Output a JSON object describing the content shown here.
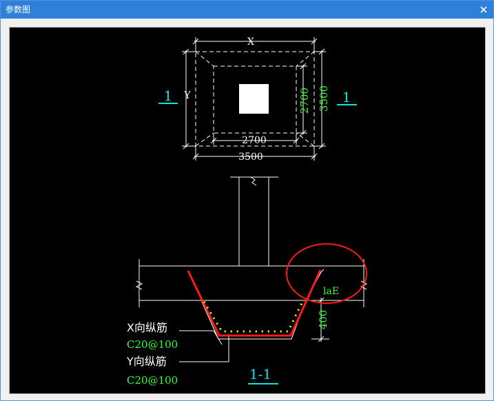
{
  "window": {
    "title": "参数图"
  },
  "plan": {
    "x_label": "X",
    "y_label": "Y",
    "dim_inner_v": "2700",
    "dim_outer_v": "3500",
    "dim_inner_h": "2700",
    "dim_outer_h": "3500",
    "section_mark_left": "1",
    "section_mark_right": "1"
  },
  "section": {
    "anchor_label": "laE",
    "depth_label": "400",
    "x_rebar_label": "X向纵筋",
    "x_rebar_spec": "C20@100",
    "y_rebar_label": "Y向纵筋",
    "y_rebar_spec": "C20@100",
    "title": "1-1"
  },
  "colors": {
    "title_bar": "#2f80d9",
    "canvas": "#000000",
    "line": "#ffffff",
    "dimension": "#33ff33",
    "section_mark": "#00e5e5",
    "rebar": "#ff1a1a",
    "rebar_y": "#ffff00",
    "highlight": "#ff1a1a"
  },
  "icons": {
    "close": "close-icon"
  }
}
